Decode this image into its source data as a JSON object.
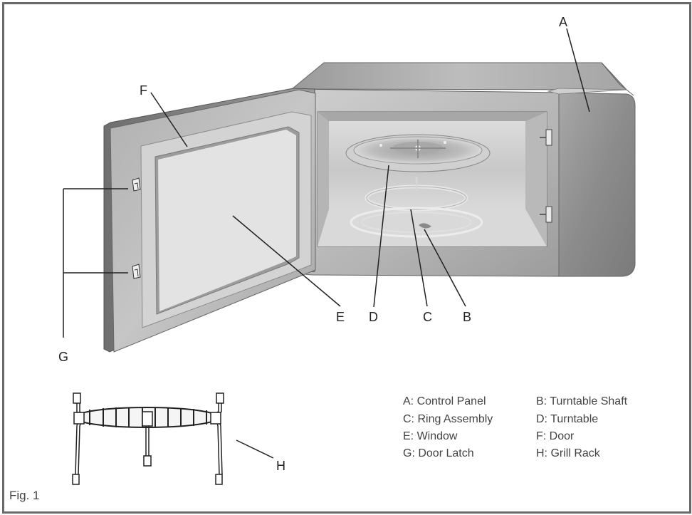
{
  "callouts": {
    "A": "A",
    "B": "B",
    "C": "C",
    "D": "D",
    "E": "E",
    "F": "F",
    "G": "G",
    "H": "H"
  },
  "legend": [
    {
      "key": "A:",
      "text": "Control Panel"
    },
    {
      "key": "B:",
      "text": "Turntable Shaft"
    },
    {
      "key": "C:",
      "text": "Ring Assembly"
    },
    {
      "key": "D:",
      "text": "Turntable"
    },
    {
      "key": "E:",
      "text": "Window"
    },
    {
      "key": "F:",
      "text": "Door"
    },
    {
      "key": "G:",
      "text": "Door Latch"
    },
    {
      "key": "H:",
      "text": "Grill Rack"
    }
  ],
  "figure_label": "Fig. 1",
  "colors": {
    "frame": "#6a6a6a",
    "body_light": "#d4d4d4",
    "body_dark": "#8c8c8c",
    "cavity": "#c9c9c9",
    "ink": "#222222"
  }
}
